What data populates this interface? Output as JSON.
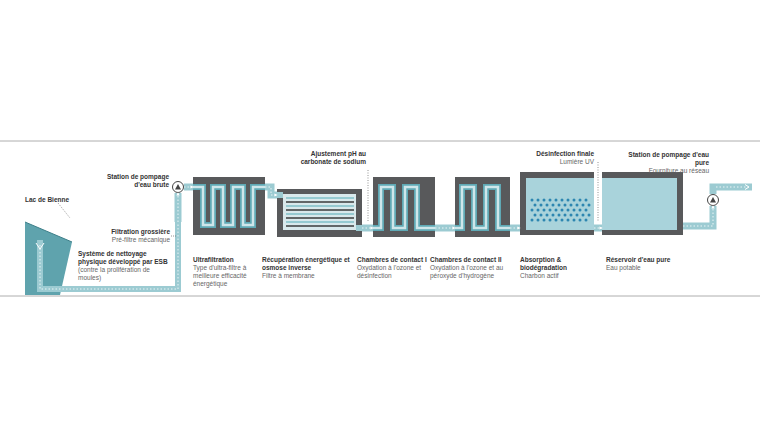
{
  "diagram": {
    "nodes": [
      {
        "text": [
          "Lac de Bienne"
        ]
      },
      {
        "text": [
          "Station de pompage d'eau brute"
        ]
      },
      {
        "text": [
          "Ultrafiltration",
          "Type d'ultra-filtre à meilleure efficacité énergétique"
        ]
      },
      {
        "text": [
          "Récupération énergétique et osmose inverse",
          "Filtre à membrane"
        ]
      },
      {
        "text": [
          "Chambres de contact I",
          "Oxydation à l'ozone et désinfection"
        ]
      },
      {
        "text": [
          "Chambres de contact II",
          "Oxydation à l'ozone et au péroxyde d'hydrogène"
        ]
      },
      {
        "text": [
          "Absorption & biodégradation",
          "Charbon actif"
        ]
      },
      {
        "text": [
          "Réservoir d'eau pure",
          "Eau potable"
        ]
      },
      {
        "text": [
          "Station de pompage d'eau pure",
          "Fourniture au réseau"
        ]
      }
    ],
    "edges": [
      {
        "from": 0,
        "to": 1,
        "arrow": "to"
      },
      {
        "from": 1,
        "to": 2,
        "arrow": "to"
      },
      {
        "from": 2,
        "to": 3,
        "arrow": "to"
      },
      {
        "from": 3,
        "to": 4,
        "arrow": "to"
      },
      {
        "from": 4,
        "to": 5,
        "arrow": "to"
      },
      {
        "from": 5,
        "to": 6,
        "arrow": "to"
      },
      {
        "from": 6,
        "to": 7,
        "arrow": "to"
      },
      {
        "from": 7,
        "to": 8,
        "arrow": "to"
      }
    ],
    "labels": [
      "Filtration grossière",
      "Pré-filtre mécanique",
      "Système de nettoyage physique développé par ESB",
      "(contre la prolifération de moules)",
      "Ajustement pH au carbonate de sodium",
      "Désinfection finale",
      "Lumière UV"
    ]
  }
}
